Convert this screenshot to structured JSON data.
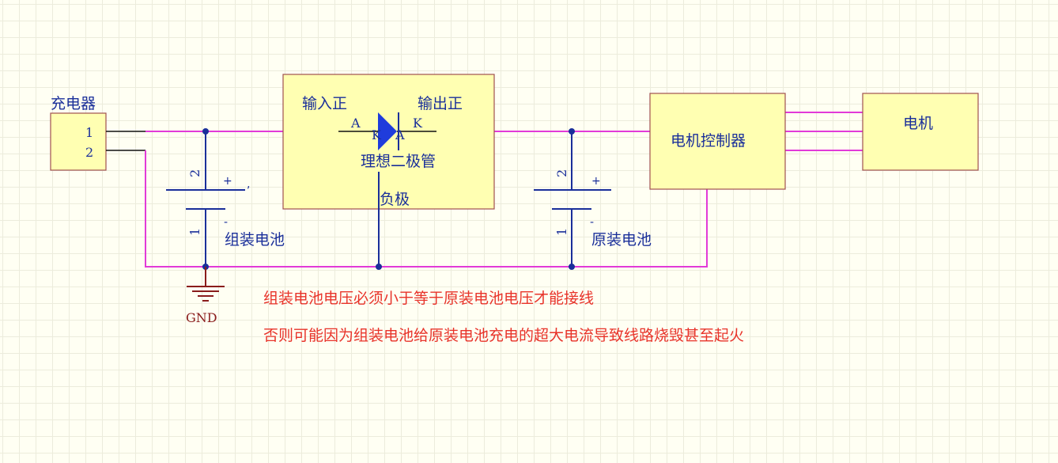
{
  "colors": {
    "wire": "#e23ad8",
    "component_outline": "#a05050",
    "component_fill": "#ffffb2",
    "label": "#1a2f9a",
    "note": "#e8332a",
    "ground": "#8a1c1c",
    "background": "#fffff3"
  },
  "charger": {
    "label": "充电器",
    "pin1": "1",
    "pin2": "2"
  },
  "assembled_battery": {
    "label": "组装电池",
    "pin_top": "2",
    "pin_bottom": "1",
    "plus": "+",
    "minus": "-",
    "mark": ","
  },
  "ideal_diode": {
    "input_label": "输入正",
    "output_label": "输出正",
    "anode": "A",
    "cathode": "K",
    "name": "理想二极管",
    "negative_label": "负极",
    "inner_k": "K",
    "inner_a": "A"
  },
  "original_battery": {
    "label": "原装电池",
    "pin_top": "2",
    "pin_bottom": "1",
    "plus": "+",
    "minus": "-"
  },
  "motor_controller": {
    "label": "电机控制器"
  },
  "motor": {
    "label": "电机"
  },
  "ground": {
    "label": "GND",
    "icon": "ground-icon"
  },
  "notes": [
    "组装电池电压必须小于等于原装电池电压才能接线",
    "否则可能因为组装电池给原装电池充电的超大电流导致线路烧毁甚至起火"
  ]
}
